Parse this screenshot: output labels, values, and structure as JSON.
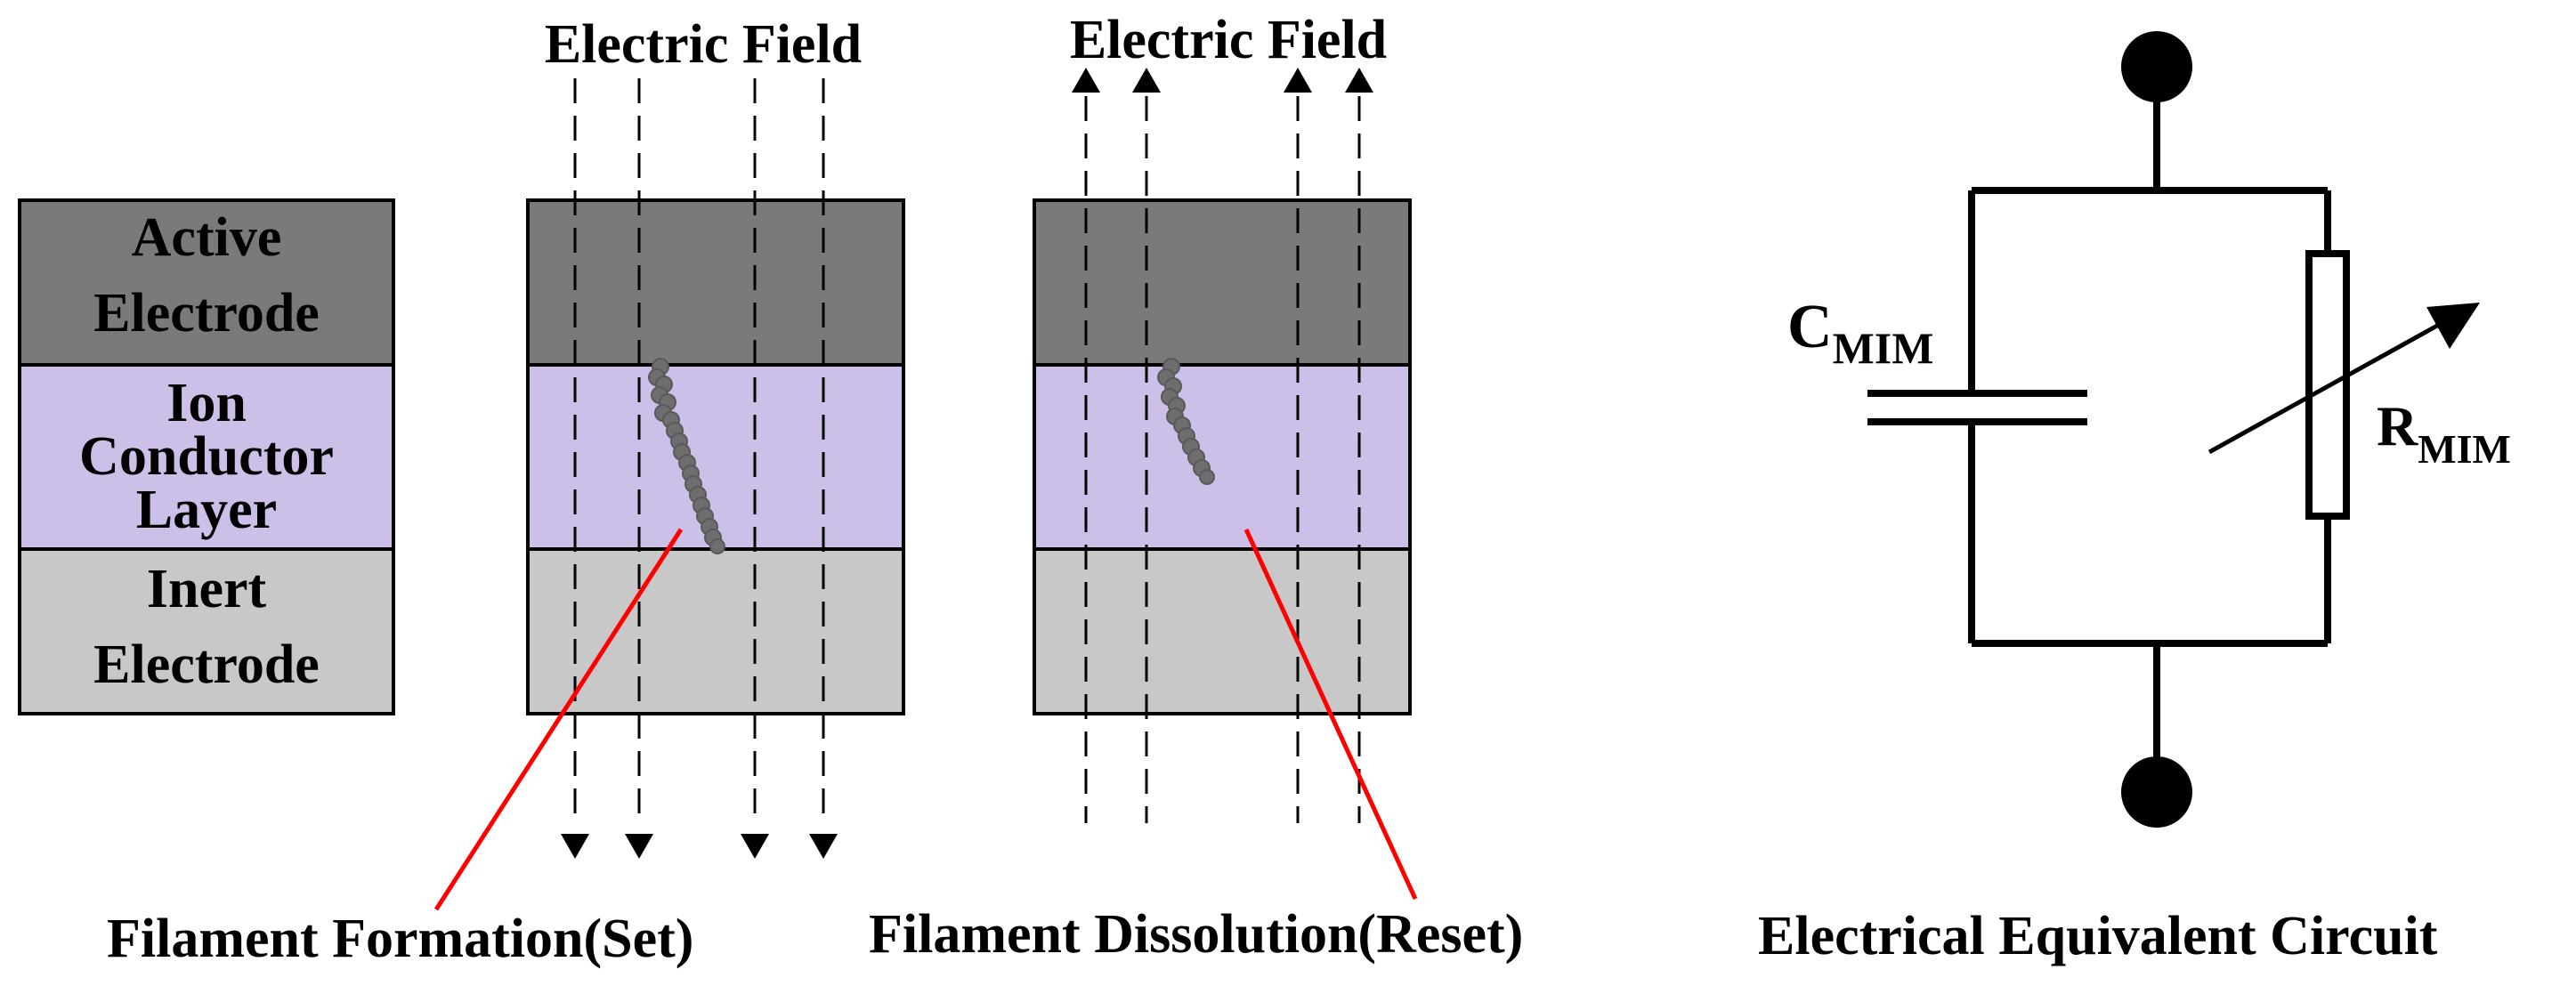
{
  "layer_stack": {
    "active_electrode": [
      "Active",
      "Electrode"
    ],
    "ion_conductor": [
      "Ion",
      "Conductor",
      "Layer"
    ],
    "inert_electrode": [
      "Inert",
      "Electrode"
    ]
  },
  "set_panel": {
    "field_label": "Electric Field",
    "caption": "Filament Formation(Set)"
  },
  "reset_panel": {
    "field_label": "Electric Field",
    "caption": "Filament Dissolution(Reset)"
  },
  "circuit": {
    "capacitor_label": "C",
    "capacitor_subscript": "MIM",
    "resistor_label": "R",
    "resistor_subscript": "MIM",
    "caption": "Electrical Equivalent Circuit"
  },
  "colors": {
    "active_electrode": "#7a7a7a",
    "ion_conductor": "#ccc0e9",
    "inert_electrode": "#c8c8c8",
    "filament": "#6e6e6e",
    "pointer_line": "#ff0000"
  }
}
